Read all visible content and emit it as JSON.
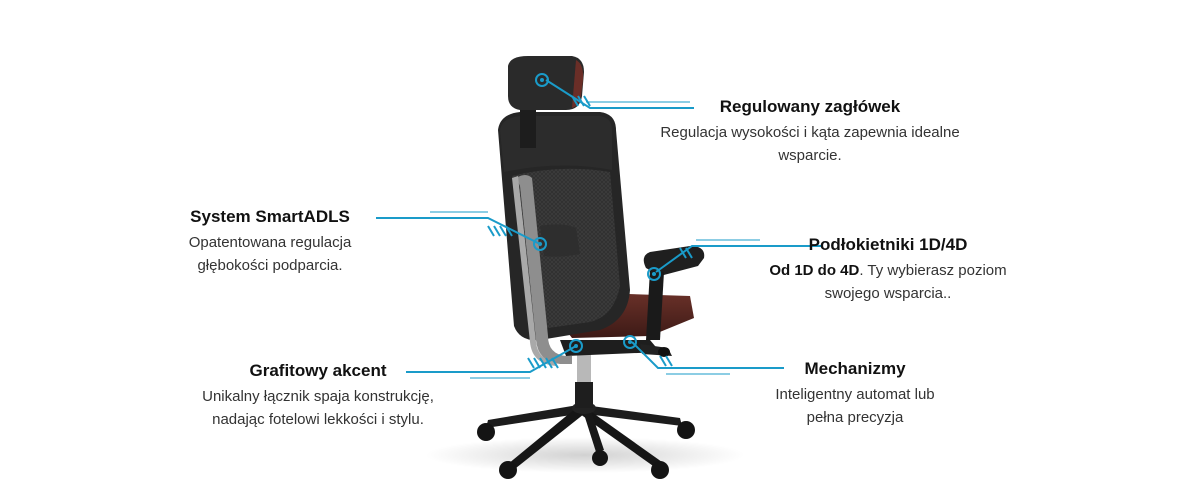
{
  "colors": {
    "accent": "#1a9bc9",
    "frame": "#2a2a2a",
    "mesh": "#3a3a3a",
    "seat": "#5b2b25",
    "graphite": "#8e8e8e"
  },
  "icons": [
    "adjustment-point-icon"
  ],
  "callouts": {
    "headrest": {
      "title": "Regulowany zagłówek",
      "desc": "Regulacja wysokości i kąta zapewnia idealne wsparcie."
    },
    "smartadls": {
      "title": "System SmartADLS",
      "desc": "Opatentowana regulacja głębokości podparcia."
    },
    "armrests": {
      "title": "Podłokietniki 1D/4D",
      "desc_bold": "Od 1D do 4D",
      "desc_rest": ". Ty wybierasz poziom swojego wsparcia.."
    },
    "graphite": {
      "title": "Grafitowy akcent",
      "desc": "Unikalny łącznik spaja konstrukcję, nadając fotelowi lekkości i stylu."
    },
    "mechanism": {
      "title": "Mechanizmy",
      "desc": "Inteligentny automat lub pełna precyzja"
    }
  }
}
